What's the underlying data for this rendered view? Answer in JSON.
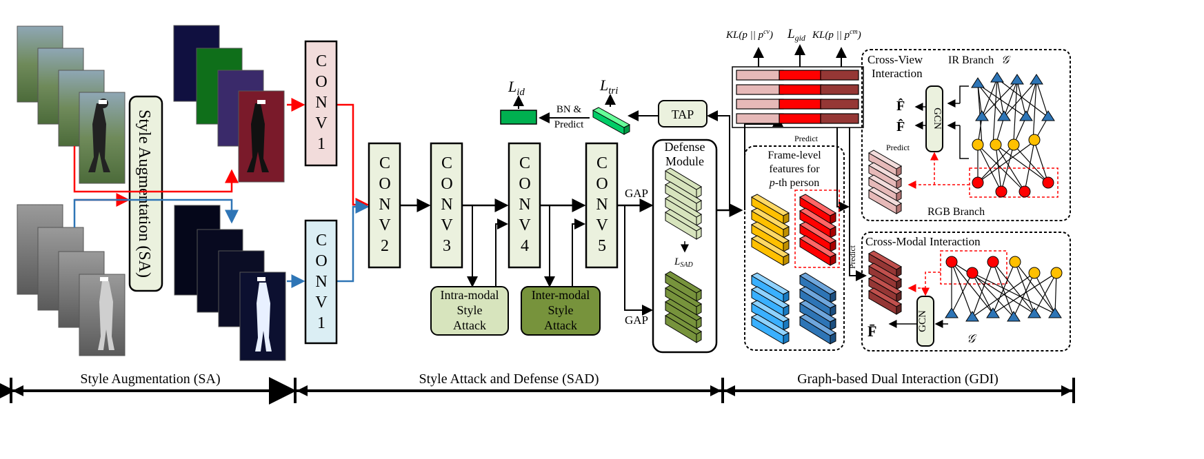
{
  "style_augmentation": {
    "label": "Style Augmentation (SA)"
  },
  "conv": {
    "conv1_top": [
      "C",
      "O",
      "N",
      "V",
      "1"
    ],
    "conv1_bottom": [
      "C",
      "O",
      "N",
      "V",
      "1"
    ],
    "conv2": [
      "C",
      "O",
      "N",
      "V",
      "2"
    ],
    "conv3": [
      "C",
      "O",
      "N",
      "V",
      "3"
    ],
    "conv4": [
      "C",
      "O",
      "N",
      "V",
      "4"
    ],
    "conv5": [
      "C",
      "O",
      "N",
      "V",
      "5"
    ]
  },
  "attacks": {
    "intra": [
      "Intra-modal",
      "Style",
      "Attack"
    ],
    "inter": [
      "Inter-modal",
      "Style",
      "Attack"
    ]
  },
  "defense": {
    "title_line1": "Defense",
    "title_line2": "Module",
    "gap_top": "GAP",
    "gap_bottom": "GAP",
    "loss_sad": "L",
    "loss_sad_sub": "SAD"
  },
  "head": {
    "tap": "TAP",
    "bn_predict_line1": "BN &",
    "bn_predict_line2": "Predict",
    "loss_id": "L",
    "loss_id_sub": "id",
    "loss_tri": "L",
    "loss_tri_sub": "tri"
  },
  "gdi_top": {
    "kl_cv": "KL(p || p",
    "kl_cv_sup": "cv",
    "kl_cv_close": ")",
    "l_gid": "L",
    "l_gid_sub": "gid",
    "kl_cm": "KL(p || p",
    "kl_cm_sup": "cm",
    "kl_cm_close": ")",
    "predict": "Predict"
  },
  "frame_level": {
    "line1": "Frame-level",
    "line2": "features for",
    "line3_italic": "p",
    "line3_rest": "-th person"
  },
  "cross_view": {
    "title_line1": "Cross-View",
    "title_line2": "Interaction",
    "ir_branch": "IR Branch",
    "ir_graph": "𝒢",
    "rgb_branch": "RGB Branch",
    "f_i": "F̂",
    "f_v": "F̂",
    "gcn": "GCN",
    "predict": "Predict"
  },
  "cross_modal": {
    "title": "Cross-Modal Interaction",
    "f_bar": "F̄",
    "gcn": "GCN",
    "graph": "𝒢",
    "predict": "Predict"
  },
  "sections": {
    "sa": "Style Augmentation (SA)",
    "sad": "Style Attack and Defense (SAD)",
    "gdi": "Graph-based Dual Interaction (GDI)"
  },
  "colors": {
    "conv1_top_fill": "#f2dcdb",
    "conv1_bottom_fill": "#dbeef4",
    "conv_green_fill": "#ebf1de",
    "intra_fill": "#d7e4bd",
    "inter_fill": "#77933c",
    "tap_fill": "#ebf1de",
    "lid_fill": "#00b050",
    "ltri_fill": "#00cc66",
    "red_arrow": "#ff0000",
    "blue_arrow": "#2e75b6",
    "yellow_node": "#ffc000",
    "red_node": "#ff0000",
    "blue_node": "#2e75b6"
  }
}
